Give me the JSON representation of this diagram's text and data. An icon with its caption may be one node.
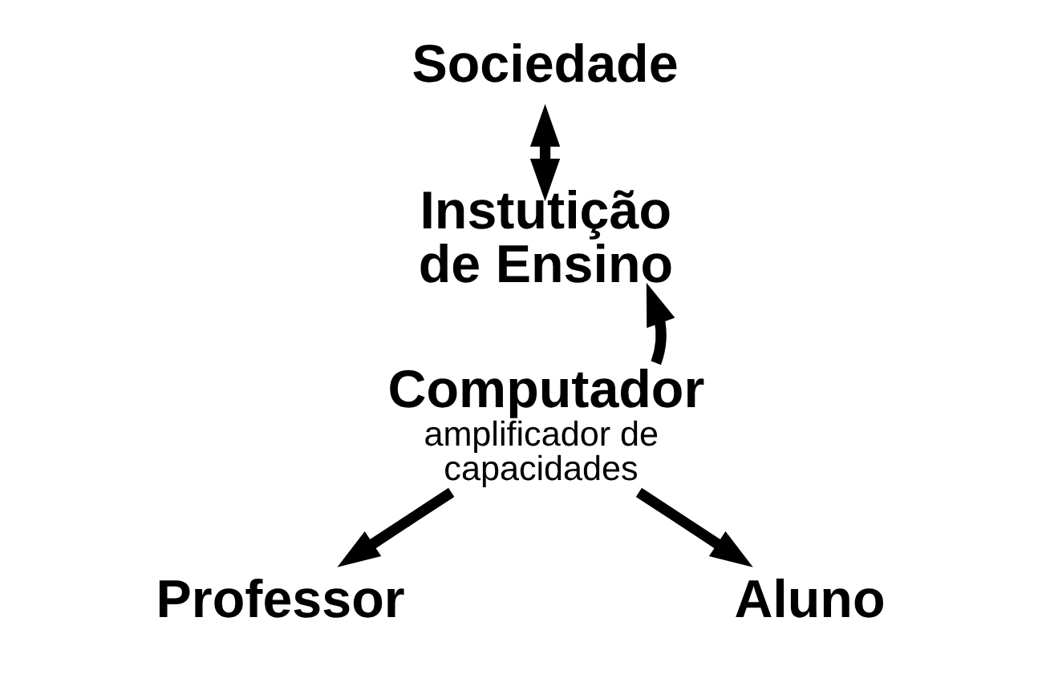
{
  "diagram": {
    "nodes": [
      {
        "text": [
          "Sociedade"
        ]
      },
      {
        "text": [
          "Instutição de Ensino"
        ]
      },
      {
        "text": [
          "Computador",
          "amplificador de capacidades"
        ]
      },
      {
        "text": [
          "Professor"
        ]
      },
      {
        "text": [
          "Aluno"
        ]
      }
    ],
    "edges": [
      {
        "from": 0,
        "to": 1,
        "arrow": "both"
      },
      {
        "from": 2,
        "to": 1,
        "arrow": "to"
      },
      {
        "from": 2,
        "to": 3,
        "arrow": "to"
      },
      {
        "from": 2,
        "to": 4,
        "arrow": "to"
      }
    ]
  }
}
